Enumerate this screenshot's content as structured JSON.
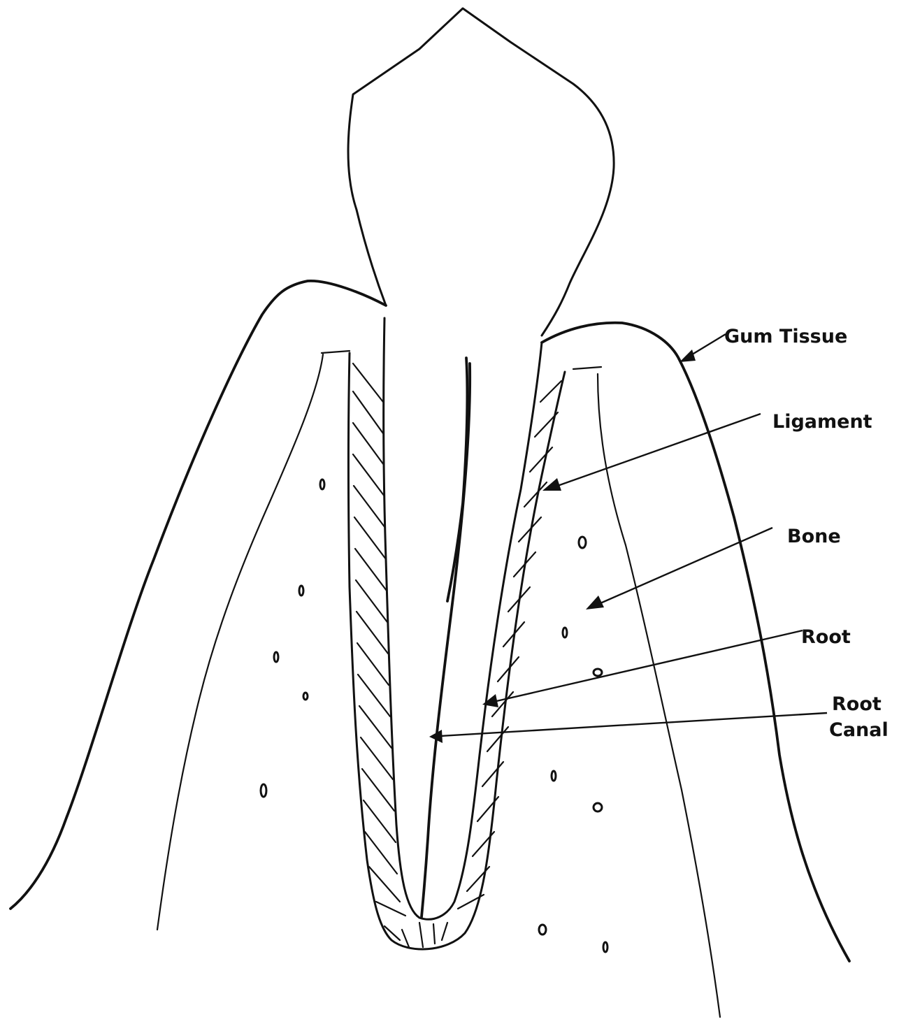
{
  "diagram": {
    "labels": {
      "gum_tissue": "Gum Tissue",
      "ligament": "Ligament",
      "bone": "Bone",
      "root": "Root",
      "root_canal_line1": "Root",
      "root_canal_line2": "Canal"
    },
    "ink_color": "#111111",
    "background_color": "#ffffff"
  }
}
